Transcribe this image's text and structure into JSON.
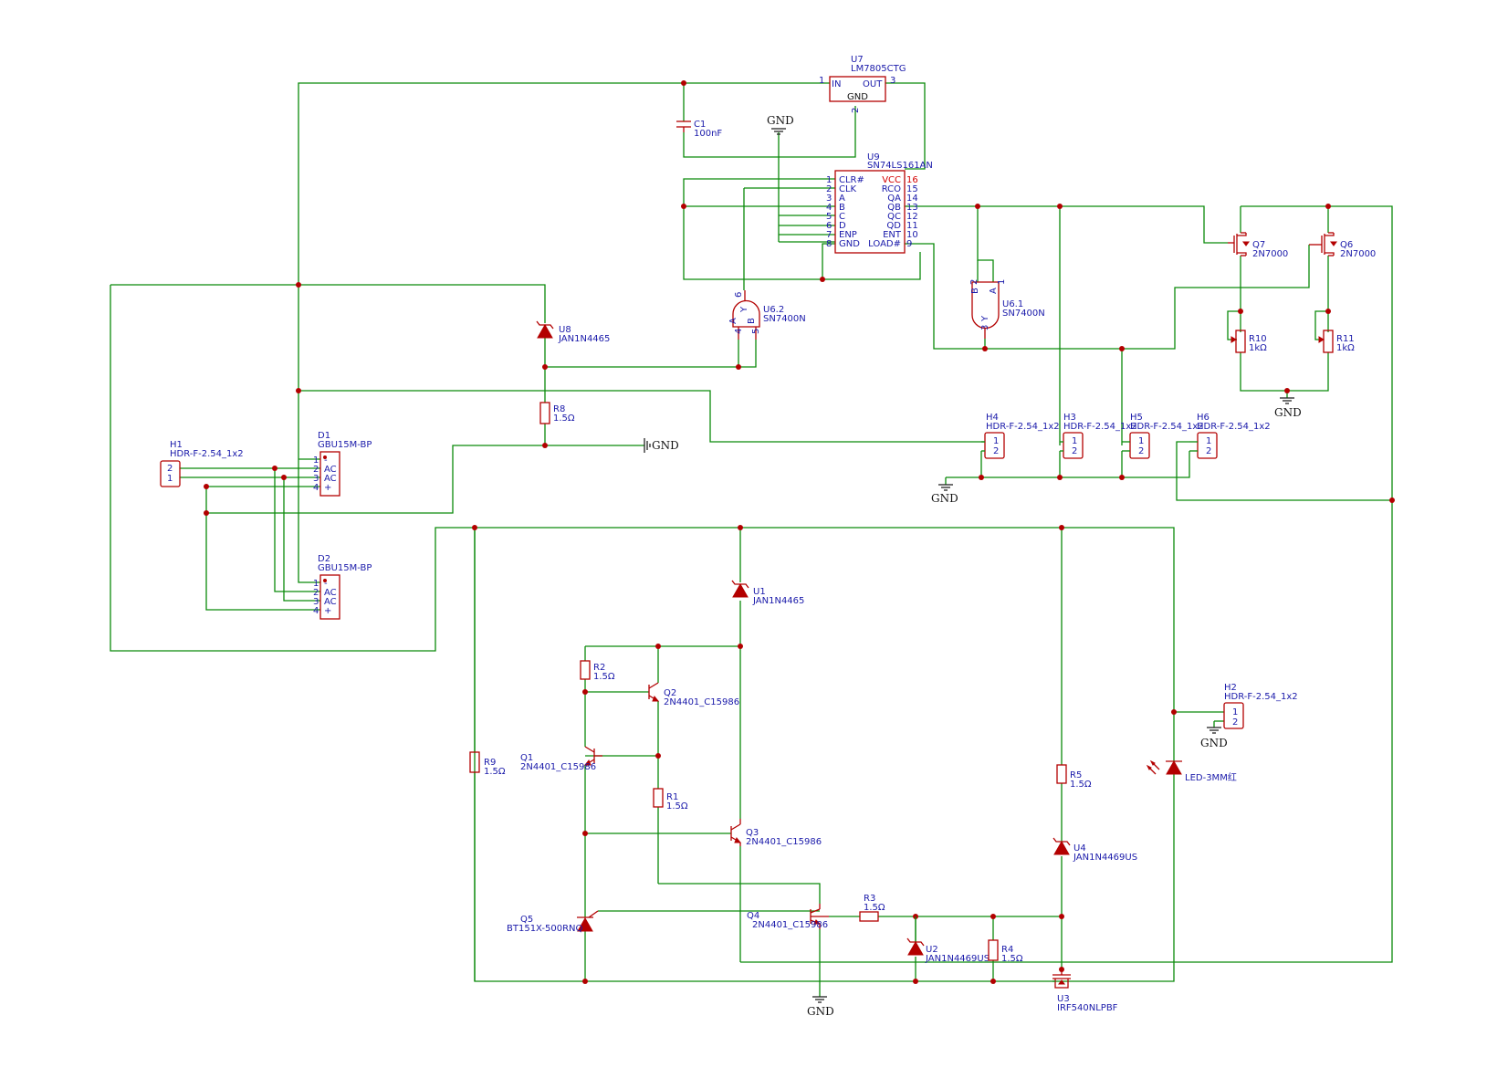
{
  "components": {
    "U7": {
      "ref": "U7",
      "value": "LM7805CTG",
      "pins": {
        "in": "IN",
        "out": "OUT",
        "gnd": "GND",
        "p1": "1",
        "p2": "2",
        "p3": "3"
      }
    },
    "C1": {
      "ref": "C1",
      "value": "100nF"
    },
    "U9": {
      "ref": "U9",
      "value": "SN74LS161AN",
      "left_pins": [
        {
          "num": "1",
          "name": "CLR#"
        },
        {
          "num": "2",
          "name": "CLK"
        },
        {
          "num": "3",
          "name": "A"
        },
        {
          "num": "4",
          "name": "B"
        },
        {
          "num": "5",
          "name": "C"
        },
        {
          "num": "6",
          "name": "D"
        },
        {
          "num": "7",
          "name": "ENP"
        },
        {
          "num": "8",
          "name": "GND"
        }
      ],
      "right_pins": [
        {
          "num": "16",
          "name": "VCC"
        },
        {
          "num": "15",
          "name": "RCO"
        },
        {
          "num": "14",
          "name": "QA"
        },
        {
          "num": "13",
          "name": "QB"
        },
        {
          "num": "12",
          "name": "QC"
        },
        {
          "num": "11",
          "name": "QD"
        },
        {
          "num": "10",
          "name": "ENT"
        },
        {
          "num": "9",
          "name": "LOAD#"
        }
      ]
    },
    "U8": {
      "ref": "U8",
      "value": "JAN1N4465"
    },
    "R8": {
      "ref": "R8",
      "value": "1.5Ω"
    },
    "U6_2": {
      "ref": "U6.2",
      "value": "SN7400N",
      "pins": {
        "a": "A",
        "b": "B",
        "y": "Y",
        "p4": "4",
        "p5": "5",
        "p6": "6"
      }
    },
    "U6_1": {
      "ref": "U6.1",
      "value": "SN7400N",
      "pins": {
        "a": "A",
        "b": "B",
        "y": "Y",
        "p1": "1",
        "p2": "2",
        "p3": "3"
      }
    },
    "Q7": {
      "ref": "Q7",
      "value": "2N7000"
    },
    "Q6": {
      "ref": "Q6",
      "value": "2N7000"
    },
    "R10": {
      "ref": "R10",
      "value": "1kΩ"
    },
    "R11": {
      "ref": "R11",
      "value": "1kΩ"
    },
    "H1": {
      "ref": "H1",
      "value": "HDR-F-2.54_1x2",
      "pins": [
        "2",
        "1"
      ]
    },
    "H2": {
      "ref": "H2",
      "value": "HDR-F-2.54_1x2",
      "pins": [
        "1",
        "2"
      ]
    },
    "H3": {
      "ref": "H3",
      "value": "HDR-F-2.54_1x2",
      "pins": [
        "1",
        "2"
      ]
    },
    "H4": {
      "ref": "H4",
      "value": "HDR-F-2.54_1x2",
      "pins": [
        "1",
        "2"
      ]
    },
    "H5": {
      "ref": "H5",
      "value": "HDR-F-2.54_1x2",
      "pins": [
        "1",
        "2"
      ]
    },
    "H6": {
      "ref": "H6",
      "value": "HDR-F-2.54_1x2",
      "pins": [
        "1",
        "2"
      ]
    },
    "D1": {
      "ref": "D1",
      "value": "GBU15M-BP",
      "pins": [
        {
          "num": "1",
          "name": "-"
        },
        {
          "num": "2",
          "name": "AC"
        },
        {
          "num": "3",
          "name": "AC"
        },
        {
          "num": "4",
          "name": "+"
        }
      ]
    },
    "D2": {
      "ref": "D2",
      "value": "GBU15M-BP",
      "pins": [
        {
          "num": "1",
          "name": "-"
        },
        {
          "num": "2",
          "name": "AC"
        },
        {
          "num": "3",
          "name": "AC"
        },
        {
          "num": "4",
          "name": "+"
        }
      ]
    },
    "U1": {
      "ref": "U1",
      "value": "JAN1N4465"
    },
    "R2": {
      "ref": "R2",
      "value": "1.5Ω"
    },
    "Q2": {
      "ref": "Q2",
      "value": "2N4401_C15986"
    },
    "Q1": {
      "ref": "Q1",
      "value": "2N4401_C15986"
    },
    "R9": {
      "ref": "R9",
      "value": "1.5Ω"
    },
    "R1": {
      "ref": "R1",
      "value": "1.5Ω"
    },
    "Q3": {
      "ref": "Q3",
      "value": "2N4401_C15986"
    },
    "Q5": {
      "ref": "Q5",
      "value": "BT151X-500RNQ"
    },
    "Q4": {
      "ref": "Q4",
      "value": "2N4401_C15986"
    },
    "R3": {
      "ref": "R3",
      "value": "1.5Ω"
    },
    "U2": {
      "ref": "U2",
      "value": "JAN1N4469US"
    },
    "R4": {
      "ref": "R4",
      "value": "1.5Ω"
    },
    "R5": {
      "ref": "R5",
      "value": "1.5Ω"
    },
    "U4": {
      "ref": "U4",
      "value": "JAN1N4469US"
    },
    "U3": {
      "ref": "U3",
      "value": "IRF540NLPBF"
    },
    "LED": {
      "ref": "",
      "value": "LED-3MM红"
    }
  },
  "net_labels": {
    "gnd": "GND"
  }
}
